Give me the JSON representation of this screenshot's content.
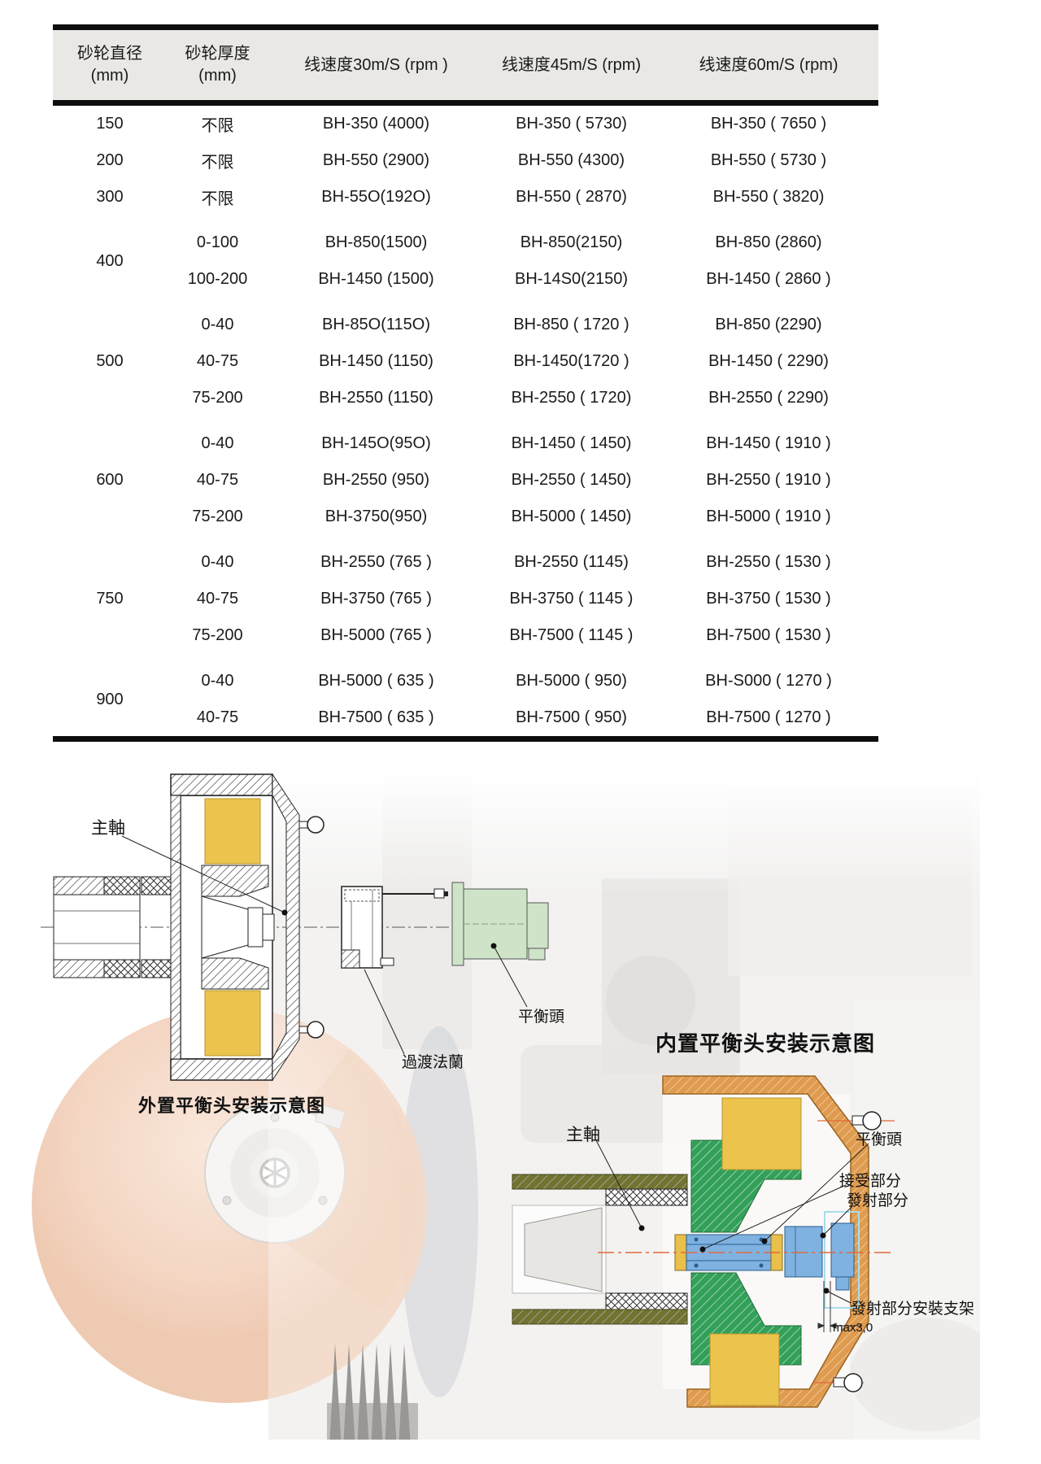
{
  "table": {
    "headers": {
      "diameter": {
        "line1": "砂轮直径",
        "line2": "(mm)"
      },
      "thickness": {
        "line1": "砂轮厚度",
        "line2": "(mm)"
      },
      "speed30": "线速度30m/S (rpm )",
      "speed45": "线速度45m/S (rpm)",
      "speed60": "线速度60m/S (rpm)"
    },
    "groups": [
      {
        "dia": "150",
        "rows": [
          {
            "t": "不限",
            "s30": "BH-350 (4000)",
            "s45": "BH-350 ( 5730)",
            "s60": "BH-350 ( 7650 )"
          }
        ]
      },
      {
        "dia": "200",
        "rows": [
          {
            "t": "不限",
            "s30": "BH-550 (2900)",
            "s45": "BH-550 (4300)",
            "s60": "BH-550 ( 5730 )"
          }
        ]
      },
      {
        "dia": "300",
        "rows": [
          {
            "t": "不限",
            "s30": "BH-55O(192O)",
            "s45": "BH-550 ( 2870)",
            "s60": "BH-550 ( 3820)"
          }
        ]
      },
      {
        "dia": "400",
        "rows": [
          {
            "t": "0-100",
            "s30": "BH-850(1500)",
            "s45": "BH-850(2150)",
            "s60": "BH-850 (2860)"
          },
          {
            "t": "100-200",
            "s30": "BH-1450 (1500)",
            "s45": "BH-14S0(2150)",
            "s60": "BH-1450 ( 2860 )"
          }
        ]
      },
      {
        "dia": "500",
        "rows": [
          {
            "t": "0-40",
            "s30": "BH-85O(115O)",
            "s45": "BH-850 ( 1720 )",
            "s60": "BH-850 (2290)"
          },
          {
            "t": "40-75",
            "s30": "BH-1450 (1150)",
            "s45": "BH-1450(1720 )",
            "s60": "BH-1450 ( 2290)"
          },
          {
            "t": "75-200",
            "s30": "BH-2550 (1150)",
            "s45": "BH-2550 ( 1720)",
            "s60": "BH-2550 ( 2290)"
          }
        ]
      },
      {
        "dia": "600",
        "rows": [
          {
            "t": "0-40",
            "s30": "BH-145O(95O)",
            "s45": "BH-1450 ( 1450)",
            "s60": "BH-1450 ( 1910 )"
          },
          {
            "t": "40-75",
            "s30": "BH-2550 (950)",
            "s45": "BH-2550 ( 1450)",
            "s60": "BH-2550 ( 1910 )"
          },
          {
            "t": "75-200",
            "s30": "BH-3750(950)",
            "s45": "BH-5000 ( 1450)",
            "s60": "BH-5000 ( 1910 )"
          }
        ]
      },
      {
        "dia": "750",
        "rows": [
          {
            "t": "0-40",
            "s30": "BH-2550 (765 )",
            "s45": "BH-2550 (1145)",
            "s60": "BH-2550 ( 1530 )"
          },
          {
            "t": "40-75",
            "s30": "BH-3750 (765 )",
            "s45": "BH-3750 ( 1145 )",
            "s60": "BH-3750 ( 1530 )"
          },
          {
            "t": "75-200",
            "s30": "BH-5000 (765 )",
            "s45": "BH-7500 ( 1145 )",
            "s60": "BH-7500 ( 1530 )"
          }
        ]
      },
      {
        "dia": "900",
        "rows": [
          {
            "t": "0-40",
            "s30": "BH-5000 ( 635 )",
            "s45": "BH-5000 ( 950)",
            "s60": "BH-S000 ( 1270 )"
          },
          {
            "t": "40-75",
            "s30": "BH-7500 ( 635 )",
            "s45": "BH-7500 ( 950)",
            "s60": "BH-7500 ( 1270 )"
          }
        ]
      }
    ]
  },
  "diagrams": {
    "left": {
      "caption": "外置平衡头安装示意图",
      "labels": {
        "spindle": "主軸",
        "flange": "過渡法蘭",
        "balance_head": "平衡頭"
      }
    },
    "right": {
      "title": "内置平衡头安装示意图",
      "labels": {
        "spindle": "主軸",
        "balance_head": "平衡頭",
        "receiver": "接受部分",
        "emitter": "發射部分",
        "emitter_bracket": "發射部分安裝支架",
        "max_gap": "max3,0"
      }
    },
    "colors": {
      "yellow": "#ecc44d",
      "green": "#33a05a",
      "olive": "#73732f",
      "orange": "#df9b4f",
      "blue": "#7fb2e0",
      "light_green": "#cfe3c8",
      "peach": "#f3d3bf",
      "red_line": "#e06a3a"
    }
  }
}
